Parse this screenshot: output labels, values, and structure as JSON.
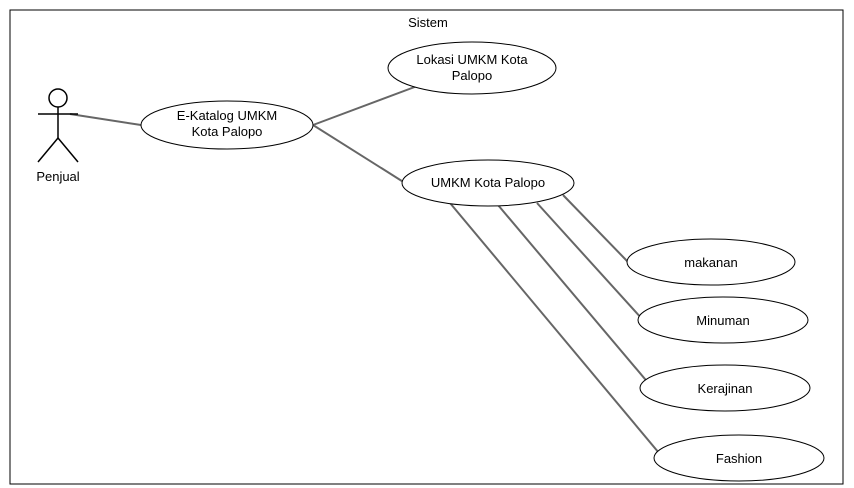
{
  "diagram": {
    "system_label": "Sistem",
    "actor": {
      "label": "Penjual",
      "icon": "actor-stick-figure-icon"
    },
    "use_cases": {
      "ekatalog": {
        "line1": "E-Katalog UMKM",
        "line2": "Kota Palopo"
      },
      "lokasi": {
        "line1": "Lokasi UMKM Kota",
        "line2": "Palopo"
      },
      "umkm": {
        "label": "UMKM Kota Palopo"
      },
      "makanan": {
        "label": "makanan"
      },
      "minuman": {
        "label": "Minuman"
      },
      "kerajinan": {
        "label": "Kerajinan"
      },
      "fashion": {
        "label": "Fashion"
      }
    },
    "colors": {
      "stroke": "#000000",
      "association": "#666666",
      "fill": "#ffffff",
      "text": "#000000"
    }
  }
}
